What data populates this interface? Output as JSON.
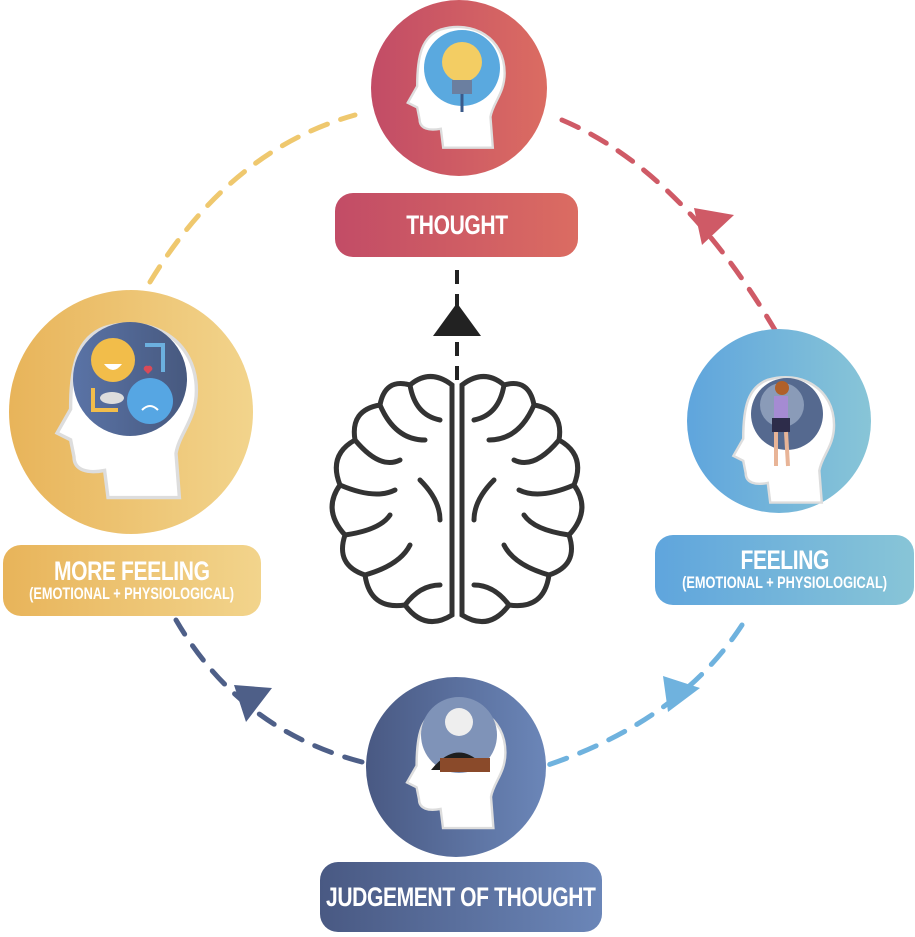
{
  "nodes": {
    "thought": {
      "title": "THOUGHT",
      "icon": "lightbulb-head-icon"
    },
    "feeling": {
      "title": "FEELING",
      "subtitle": "(EMOTIONAL + PHYSIOLOGICAL)",
      "icon": "person-pain-head-icon"
    },
    "judgement": {
      "title": "JUDGEMENT OF THOUGHT",
      "icon": "judge-head-icon"
    },
    "more_feeling": {
      "title": "MORE FEELING",
      "subtitle": "(EMOTIONAL + PHYSIOLOGICAL)",
      "icon": "emotions-head-icon"
    }
  },
  "colors": {
    "thought": "#c9556a",
    "feeling": "#6aaedc",
    "judgement": "#55668f",
    "more_feeling": "#edc56f",
    "brain": "#333333"
  }
}
